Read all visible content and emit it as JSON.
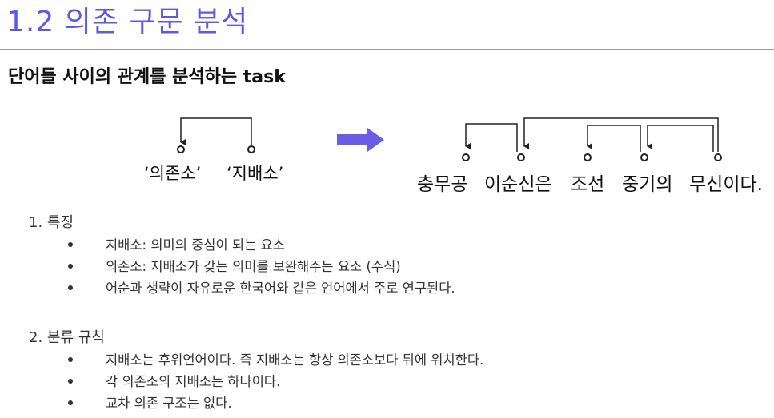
{
  "title": "1.2 의존 구문 분석",
  "subtitle": "단어들 사이의 관계를 분석하는 task",
  "left_example": {
    "dependent": "‘의존소’",
    "head": "‘지배소’"
  },
  "right_example": {
    "words": [
      "충무공",
      "이순신은",
      "조선",
      "중기의",
      "무신이다."
    ]
  },
  "colors": {
    "title": "#5a5ae6",
    "arrow": "#6b5ce6"
  },
  "section1": {
    "heading": "1. 특징",
    "items": [
      "지배소: 의미의 중심이 되는 요소",
      "의존소: 지배소가 갖는 의미를 보완해주는 요소 (수식)",
      "어순과 생략이 자유로운 한국어와 같은 언어에서 주로 연구된다."
    ]
  },
  "section2": {
    "heading": "2. 분류 규칙",
    "items": [
      "지배소는 후위언어이다. 즉 지배소는 항상 의존소보다 뒤에 위치한다.",
      "각 의존소의 지배소는 하나이다.",
      "교차 의존 구조는 없다."
    ]
  }
}
